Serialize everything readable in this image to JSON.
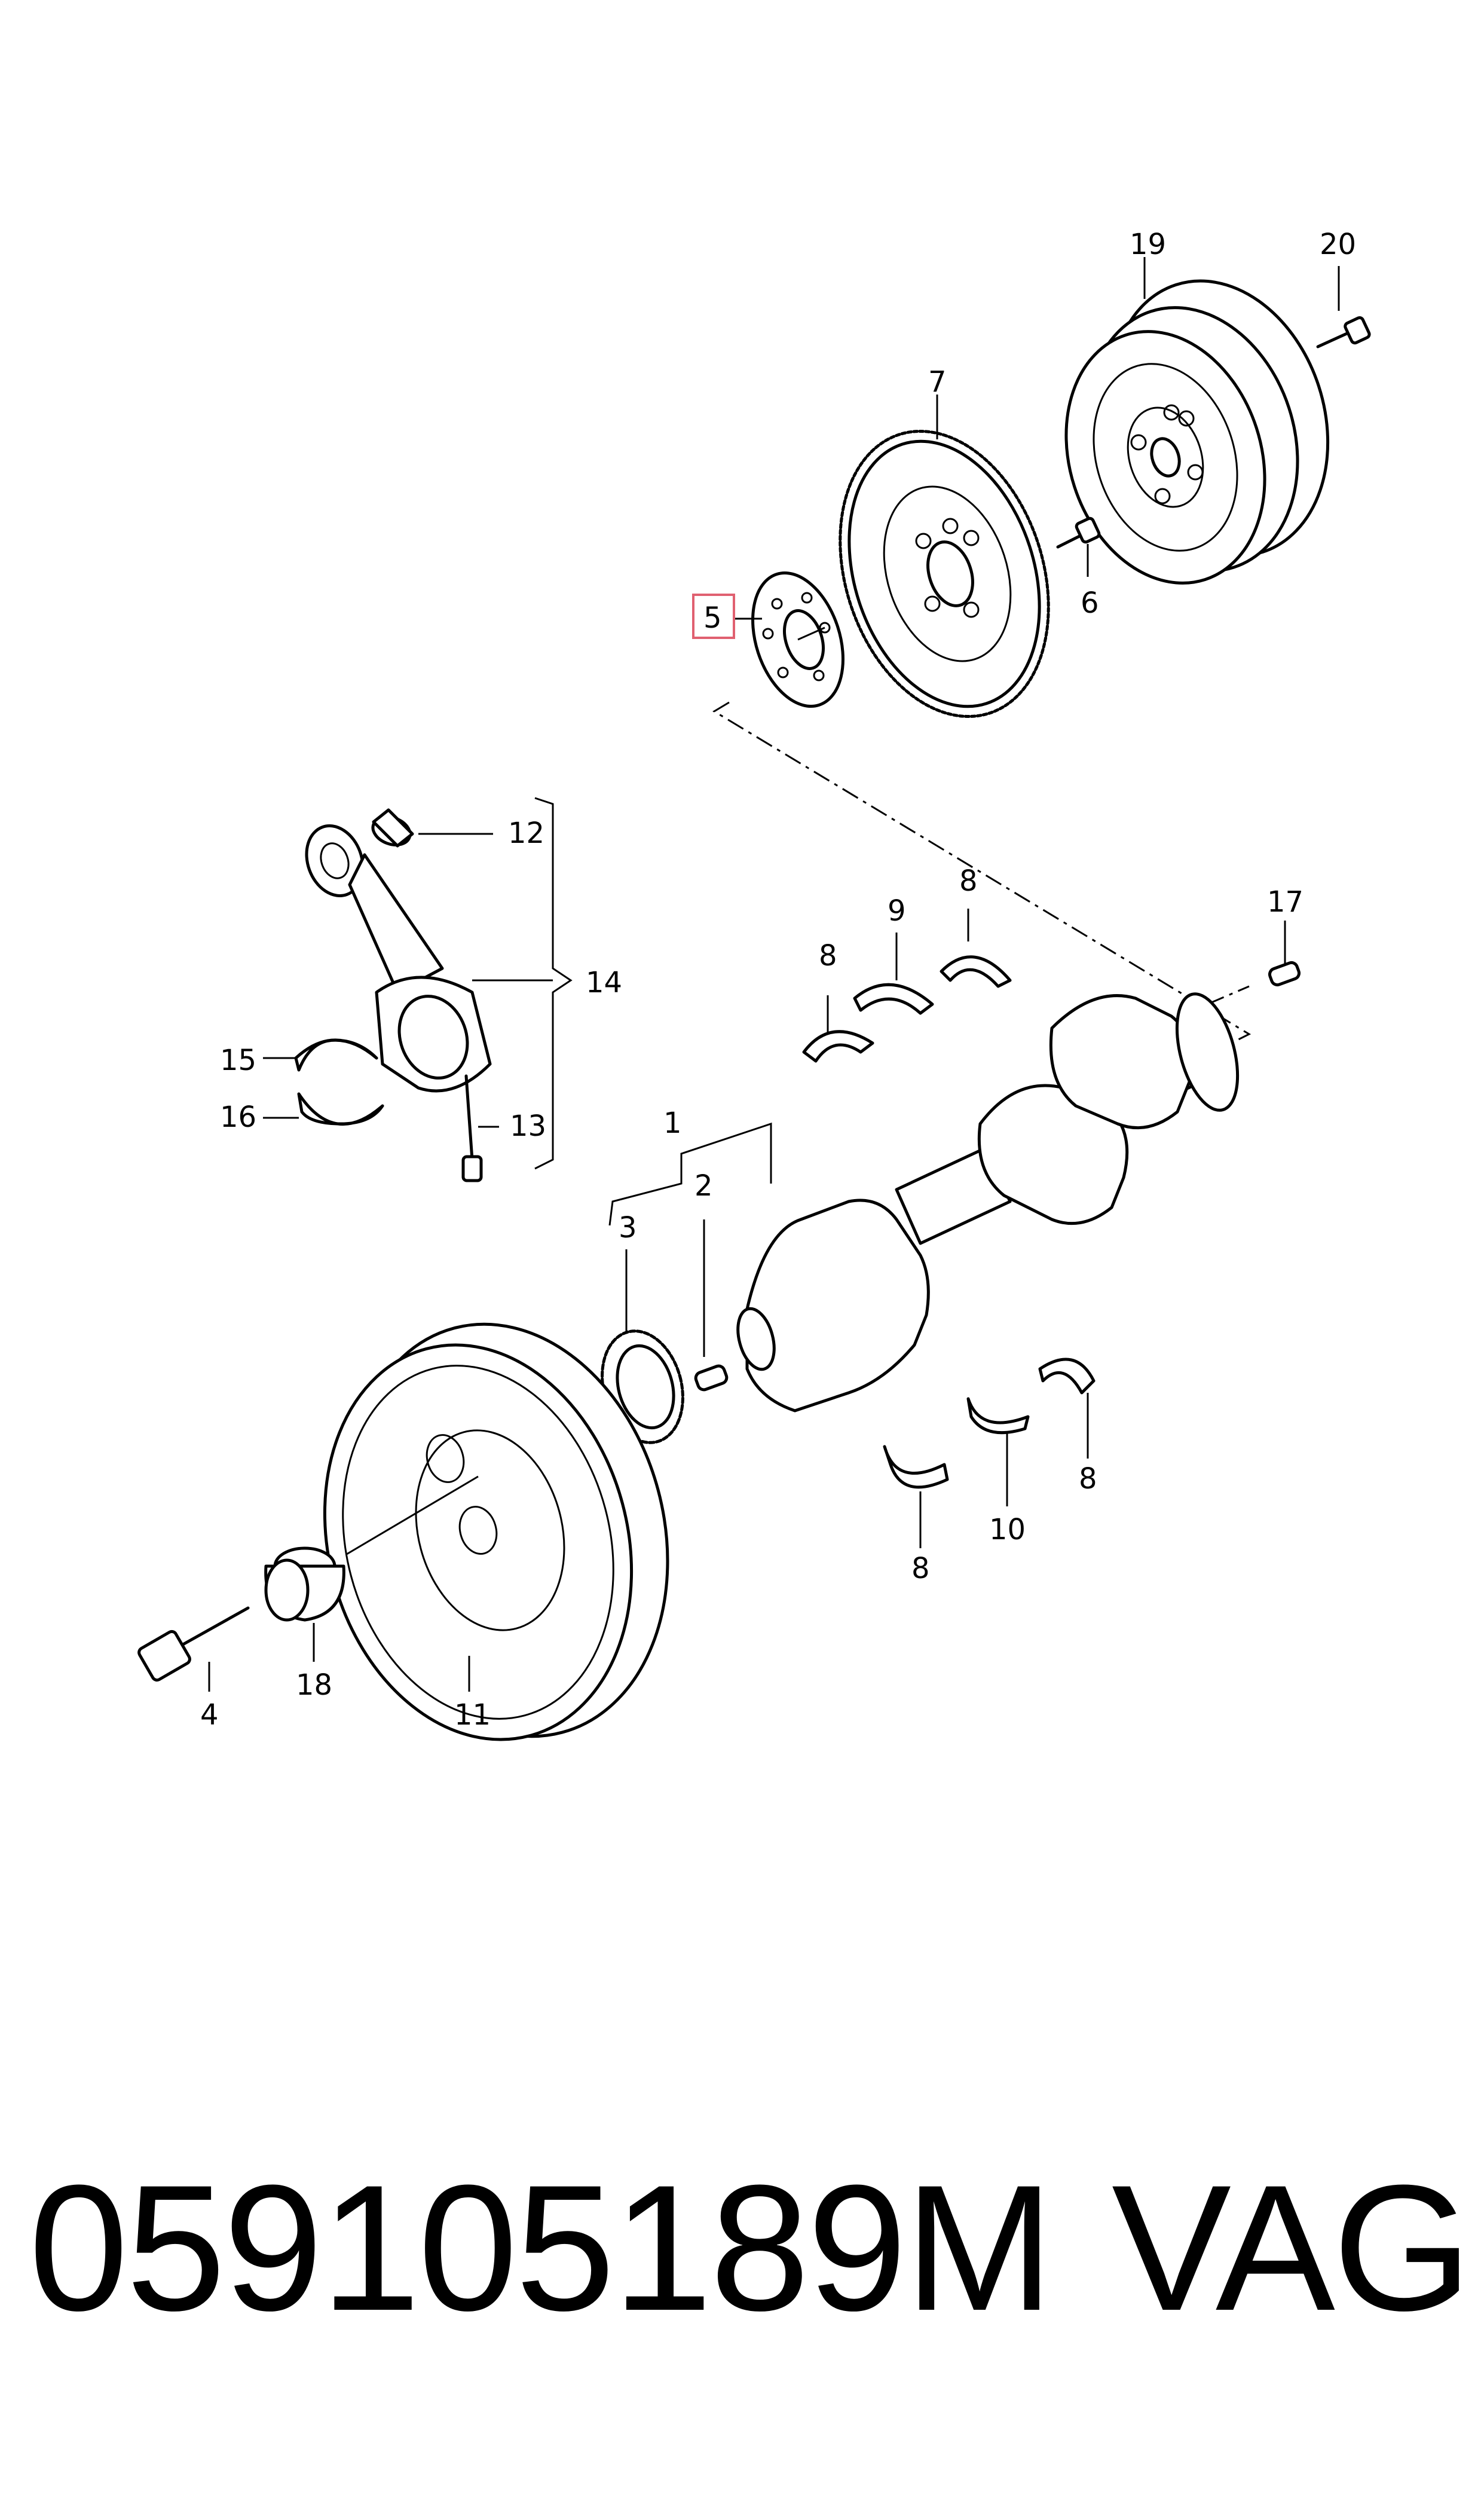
{
  "callouts": {
    "c1": "1",
    "c2": "2",
    "c3": "3",
    "c4": "4",
    "c5": "5",
    "c6": "6",
    "c7": "7",
    "c8a": "8",
    "c8b": "8",
    "c8c": "8",
    "c8d": "8",
    "c9": "9",
    "c10": "10",
    "c11": "11",
    "c12": "12",
    "c13": "13",
    "c14": "14",
    "c15": "15",
    "c16": "16",
    "c17": "17",
    "c18": "18",
    "c19": "19",
    "c20": "20"
  },
  "highlight_color": "#e06070",
  "footer": {
    "part_number": "059105189M",
    "brand": "VAG"
  }
}
